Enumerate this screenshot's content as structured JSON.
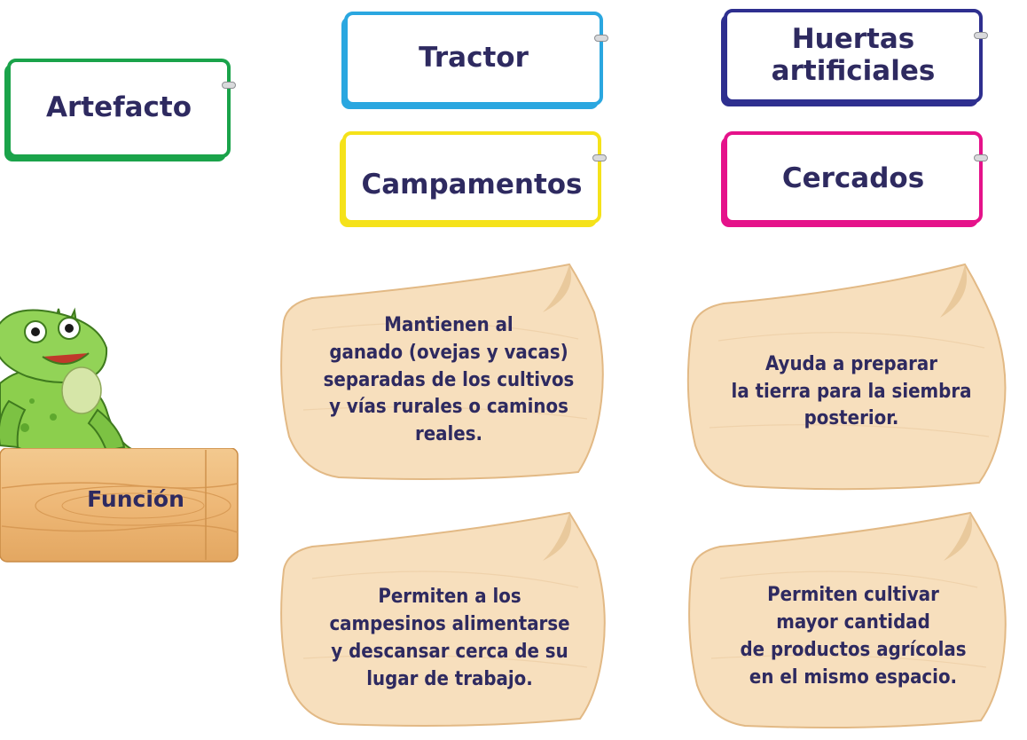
{
  "cards": {
    "artefacto": "Artefacto",
    "tractor": "Tractor",
    "huertas": "Huertas\nartificiales",
    "campamentos": "Campamentos",
    "cercados": "Cercados"
  },
  "board": {
    "label": "Función"
  },
  "plaques": {
    "cercados_function": "Mantienen al\nganado (ovejas y vacas)\nseparadas de los cultivos\ny vías rurales o caminos\nreales.",
    "tractor_function": "Ayuda a preparar\nla tierra para la siembra\nposterior.",
    "campamentos_function": "Permiten a los\ncampesinos alimentarse\ny descansar cerca de su\nlugar de trabajo.",
    "huertas_function": "Permiten cultivar\nmayor cantidad\nde productos agrícolas\nen el mismo espacio."
  },
  "colors": {
    "artefacto": "#1aa34a",
    "tractor": "#2aa7e0",
    "huertas": "#2e2f8f",
    "campamentos": "#f5e21a",
    "cercados": "#e5128a",
    "text": "#2e2a60",
    "wood": "#f6dfbd",
    "wood_dark": "#e7b580"
  },
  "icons": [
    "paper-clip-icon",
    "iguana-mascot"
  ]
}
